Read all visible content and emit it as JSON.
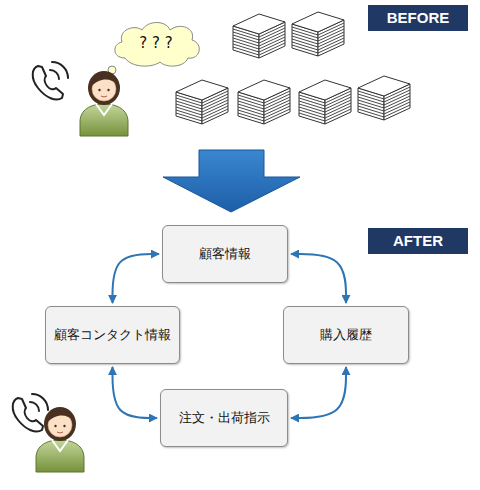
{
  "diagram": {
    "nodes": [
      {
        "text": [
          "? ? ?"
        ]
      },
      {
        "text": [
          "BEFORE"
        ]
      },
      {
        "text": [
          "AFTER"
        ]
      },
      {
        "text": [
          "顧客情報"
        ]
      },
      {
        "text": [
          "顧客コンタクト情報"
        ]
      },
      {
        "text": [
          "購入履歴"
        ]
      },
      {
        "text": [
          "注文・出荷指示"
        ]
      }
    ],
    "edges": [
      {
        "from": 3,
        "to": 5,
        "arrow": "both"
      },
      {
        "from": 5,
        "to": 6,
        "arrow": "both"
      },
      {
        "from": 6,
        "to": 4,
        "arrow": "both"
      },
      {
        "from": 4,
        "to": 3,
        "arrow": "both"
      }
    ]
  }
}
